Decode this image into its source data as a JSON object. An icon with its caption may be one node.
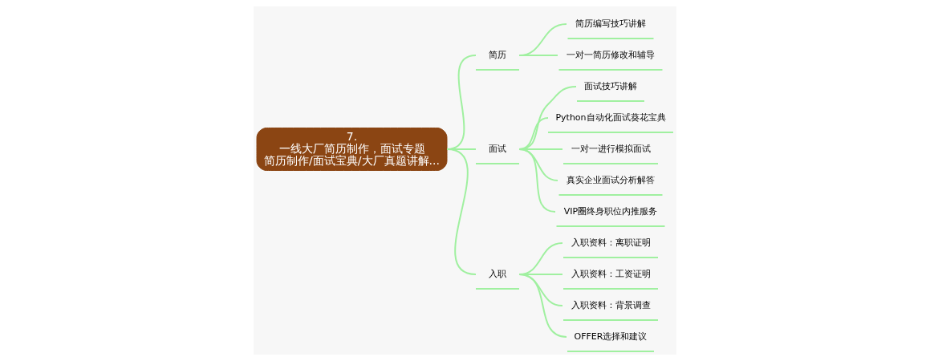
{
  "diagram": {
    "nodes": [
      {
        "text": [
          "7.",
          "一线大厂简历制作，面试专题",
          "简历制作/面试宝典/大厂真题讲解..."
        ]
      },
      {
        "text": [
          "简历"
        ]
      },
      {
        "text": [
          "简历编写技巧讲解"
        ]
      },
      {
        "text": [
          "一对一简历修改和辅导"
        ]
      },
      {
        "text": [
          "面试"
        ]
      },
      {
        "text": [
          "面试技巧讲解"
        ]
      },
      {
        "text": [
          "Python自动化面试葵花宝典"
        ]
      },
      {
        "text": [
          "一对一进行模拟面试"
        ]
      },
      {
        "text": [
          "真实企业面试分析解答"
        ]
      },
      {
        "text": [
          "VIP圈终身职位内推服务"
        ]
      },
      {
        "text": [
          "入职"
        ]
      },
      {
        "text": [
          "入职资料：离职证明"
        ]
      },
      {
        "text": [
          "入职资料：工资证明"
        ]
      },
      {
        "text": [
          "入职资料：背景调查"
        ]
      },
      {
        "text": [
          "OFFER选择和建议"
        ]
      }
    ],
    "edges": [
      {
        "from": 0,
        "to": 1,
        "arrow": "none"
      },
      {
        "from": 1,
        "to": 2,
        "arrow": "none"
      },
      {
        "from": 1,
        "to": 3,
        "arrow": "none"
      },
      {
        "from": 0,
        "to": 4,
        "arrow": "none"
      },
      {
        "from": 4,
        "to": 5,
        "arrow": "none"
      },
      {
        "from": 4,
        "to": 6,
        "arrow": "none"
      },
      {
        "from": 4,
        "to": 7,
        "arrow": "none"
      },
      {
        "from": 4,
        "to": 8,
        "arrow": "none"
      },
      {
        "from": 4,
        "to": 9,
        "arrow": "none"
      },
      {
        "from": 0,
        "to": 10,
        "arrow": "none"
      },
      {
        "from": 10,
        "to": 11,
        "arrow": "none"
      },
      {
        "from": 10,
        "to": 12,
        "arrow": "none"
      },
      {
        "from": 10,
        "to": 13,
        "arrow": "none"
      },
      {
        "from": 10,
        "to": 14,
        "arrow": "none"
      }
    ]
  }
}
